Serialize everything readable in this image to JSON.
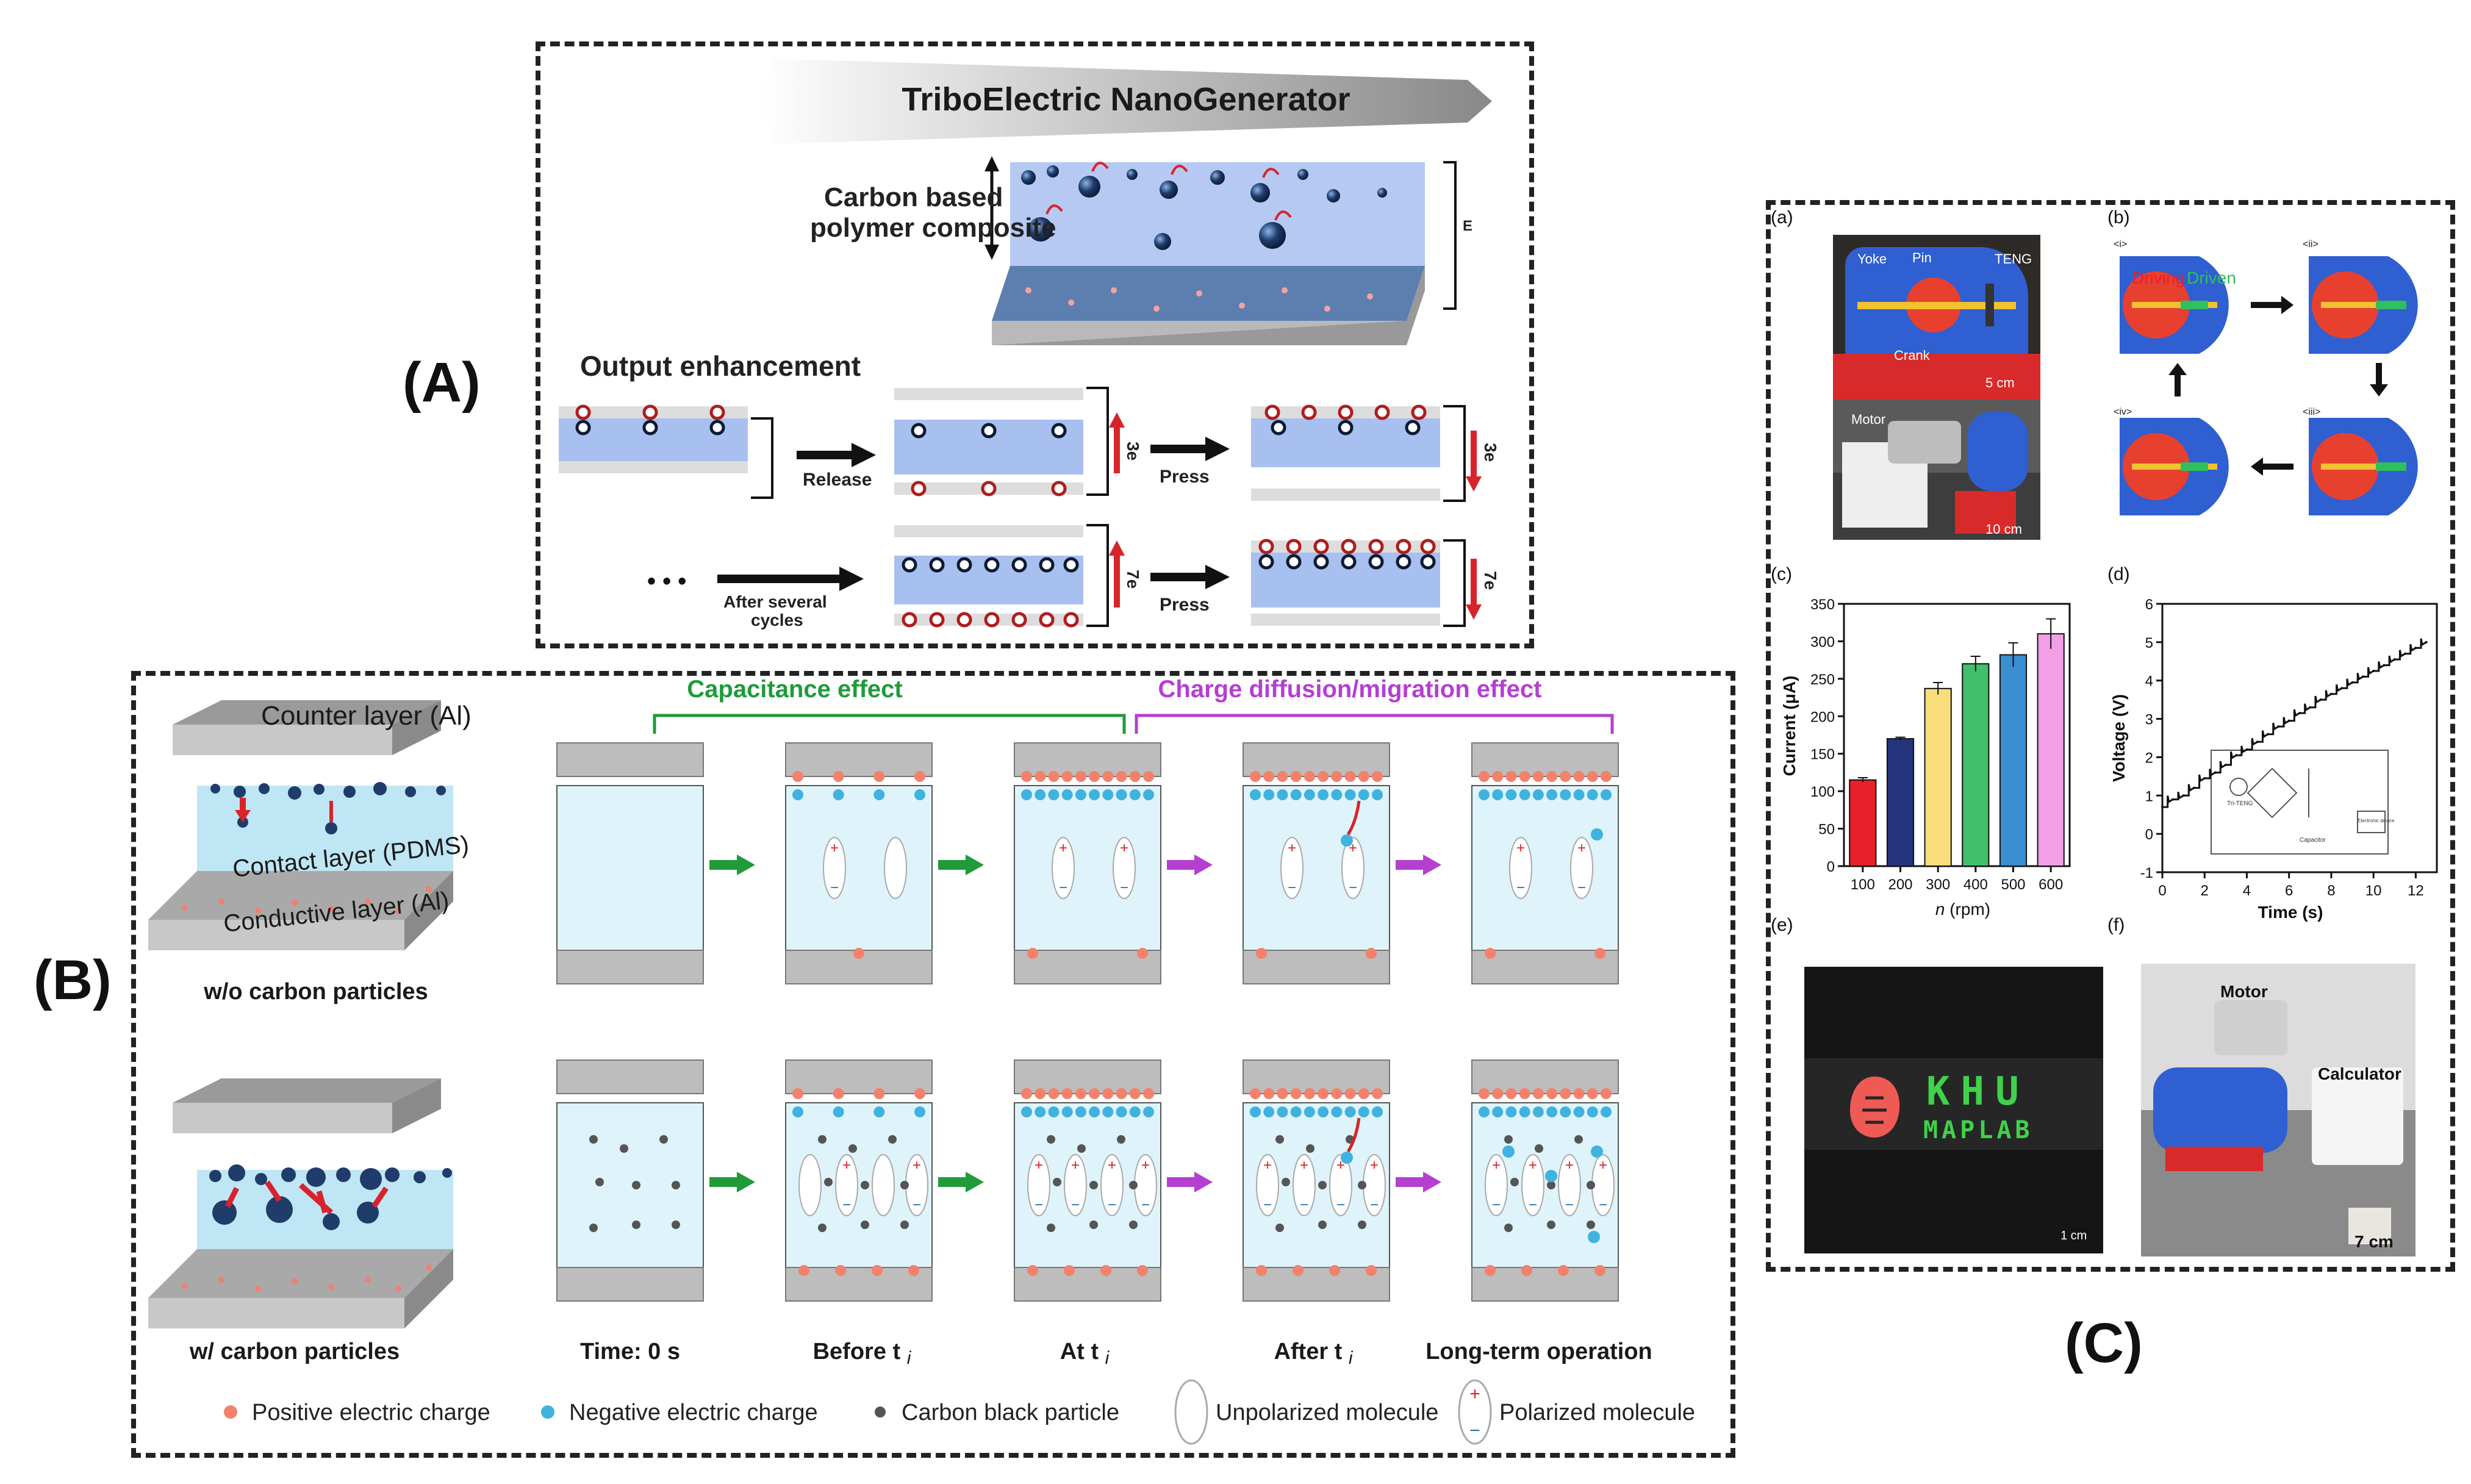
{
  "panel_labels": {
    "A": "(A)",
    "B": "(B)",
    "C": "(C)"
  },
  "panel_a": {
    "title": "TriboElectric NanoGenerator",
    "composite_label_line1": "Carbon based",
    "composite_label_line2": "polymer composite",
    "field_label": "E",
    "output_title": "Output enhancement",
    "release": "Release",
    "press_1": "Press",
    "press_2": "Press",
    "charge_3e_1": "3e",
    "charge_3e_2": "3e",
    "charge_7e_1": "7e",
    "charge_7e_2": "7e",
    "ellipsis": "• • •",
    "after_line1": "After several",
    "after_line2": "cycles"
  },
  "panel_b": {
    "counter_layer": "Counter layer (Al)",
    "contact_layer": "Contact layer (PDMS)",
    "conductive_layer": "Conductive layer (Al)",
    "wo_carbon": "w/o carbon particles",
    "w_carbon": "w/ carbon particles",
    "capacitance_effect": "Capacitance effect",
    "diffusion_effect": "Charge diffusion/migration effect",
    "stage_labels": [
      "Time: 0 s",
      "Before t",
      "At t",
      "After t",
      "Long-term operation"
    ],
    "stage_subscript": "i",
    "legend": {
      "positive": "Positive electric charge",
      "negative": "Negative electric charge",
      "carbon": "Carbon black particle",
      "unpolarized": "Unpolarized molecule",
      "polarized": "Polarized molecule"
    },
    "colors": {
      "positive": "#f4816b",
      "negative": "#3fb2e0",
      "carbon": "#555555",
      "arrow_green": "#1f9b3a",
      "arrow_purple": "#b43fd1",
      "capacitance": "#1f9b3a",
      "diffusion": "#b43fd1"
    }
  },
  "panel_c": {
    "sub_a": {
      "label": "(a)",
      "yoke": "Yoke",
      "pin": "Pin",
      "teng": "TENG",
      "crank": "Crank",
      "scale_top": "5 cm",
      "motor": "Motor",
      "scale_bottom": "10 cm"
    },
    "sub_b": {
      "label": "(b)",
      "driving": "Driving",
      "driven": "Driven",
      "steps": [
        "<i>",
        "<ii>",
        "<iii>",
        "<iv>"
      ]
    },
    "sub_c": {
      "label": "(c)",
      "ylabel": "Current (μA)",
      "xlabel_var": "n",
      "xlabel_unit": " (rpm)"
    },
    "sub_d": {
      "label": "(d)",
      "ylabel": "Voltage (V)",
      "xlabel": "Time (s)",
      "circuit_teng": "Tri-TENG",
      "circuit_cap": "Capacitor",
      "circuit_device": "Electronic device"
    },
    "sub_e": {
      "label": "(e)",
      "line1": "KHU",
      "line2": "MAPLAB",
      "scale": "1 cm"
    },
    "sub_f": {
      "label": "(f)",
      "motor": "Motor",
      "calculator": "Calculator",
      "scale": "7 cm"
    }
  },
  "chart_data": [
    {
      "type": "bar",
      "categories": [
        "100",
        "200",
        "300",
        "400",
        "500",
        "600"
      ],
      "values": [
        115,
        170,
        237,
        270,
        282,
        310
      ],
      "errors": [
        3,
        2,
        8,
        10,
        16,
        20
      ],
      "colors": [
        "#e8202a",
        "#24347d",
        "#f9dd7a",
        "#41bf6b",
        "#3a8fd1",
        "#f1a0e6"
      ],
      "xlabel": "n (rpm)",
      "ylabel": "Current (μA)",
      "ylim": [
        0,
        350
      ],
      "yticks": [
        0,
        50,
        100,
        150,
        200,
        250,
        300,
        350
      ],
      "grid": false
    },
    {
      "type": "line",
      "x": [
        0,
        0.5,
        1,
        1.5,
        2,
        2.5,
        3,
        3.5,
        4,
        4.5,
        5,
        5.5,
        6,
        6.5,
        7,
        7.5,
        8,
        8.5,
        9,
        9.5,
        10,
        10.5,
        11,
        11.5,
        12,
        12.5
      ],
      "y": [
        0.7,
        0.9,
        1.0,
        1.2,
        1.45,
        1.6,
        1.8,
        2.05,
        2.2,
        2.4,
        2.6,
        2.8,
        2.95,
        3.15,
        3.3,
        3.5,
        3.65,
        3.8,
        3.95,
        4.1,
        4.25,
        4.4,
        4.55,
        4.7,
        4.85,
        5.0
      ],
      "xlabel": "Time (s)",
      "ylabel": "Voltage (V)",
      "xlim": [
        0,
        13
      ],
      "ylim": [
        -1,
        6
      ],
      "xticks": [
        0,
        2,
        4,
        6,
        8,
        10,
        12
      ],
      "yticks": [
        -1,
        0,
        1,
        2,
        3,
        4,
        5,
        6
      ],
      "grid": false
    }
  ]
}
